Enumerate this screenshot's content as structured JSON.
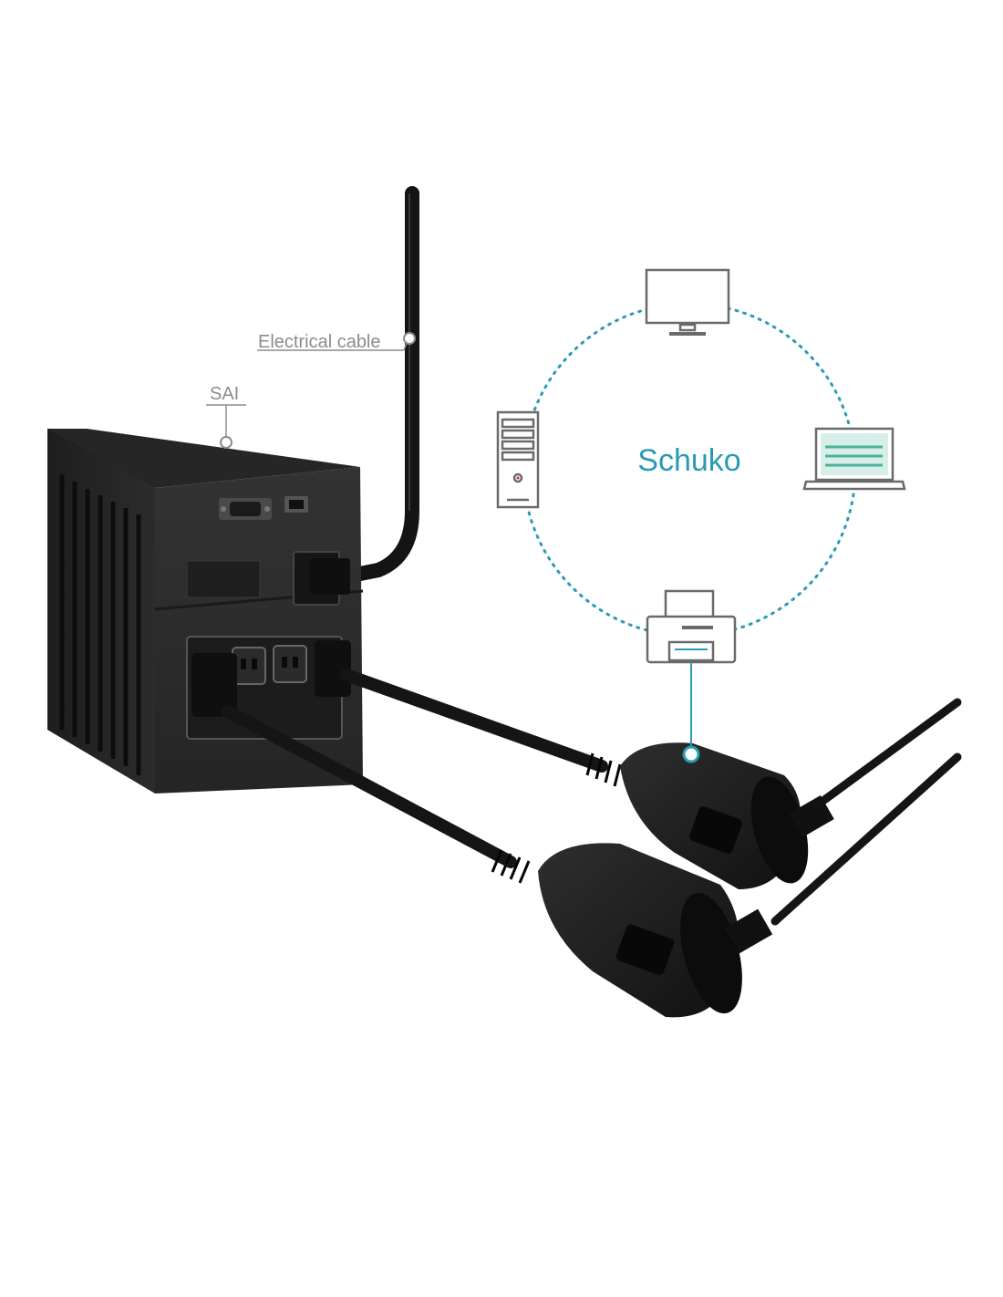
{
  "labels": {
    "electrical_cable": "Electrical cable",
    "sai": "SAI",
    "schuko": "Schuko"
  },
  "devices": [
    {
      "name": "monitor",
      "icon": "monitor-icon"
    },
    {
      "name": "laptop",
      "icon": "laptop-icon"
    },
    {
      "name": "printer",
      "icon": "printer-icon"
    },
    {
      "name": "desktop tower",
      "icon": "desktop-tower-icon"
    }
  ],
  "colors": {
    "accent": "#2a9bb5",
    "label_gray": "#8c8c8c",
    "ups_body": "#2b2b2b",
    "cable": "#151515",
    "icon_gray": "#6a6a6a"
  }
}
